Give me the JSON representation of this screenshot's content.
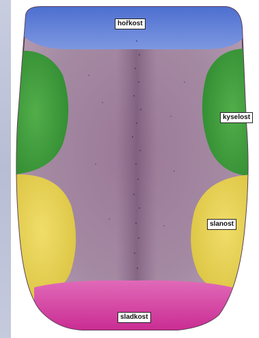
{
  "labels": {
    "bitter": "hořkost",
    "sour": "kyselost",
    "salty": "slanost",
    "sweet": "sladkost"
  },
  "colors": {
    "tongue_base": "#9c7c98",
    "tongue_mid": "#8c6a8a",
    "bitter_zone": "#5b7fd6",
    "sour_zone": "#3f9a3a",
    "salty_zone": "#e3cf52",
    "sweet_zone": "#d63aa0"
  }
}
